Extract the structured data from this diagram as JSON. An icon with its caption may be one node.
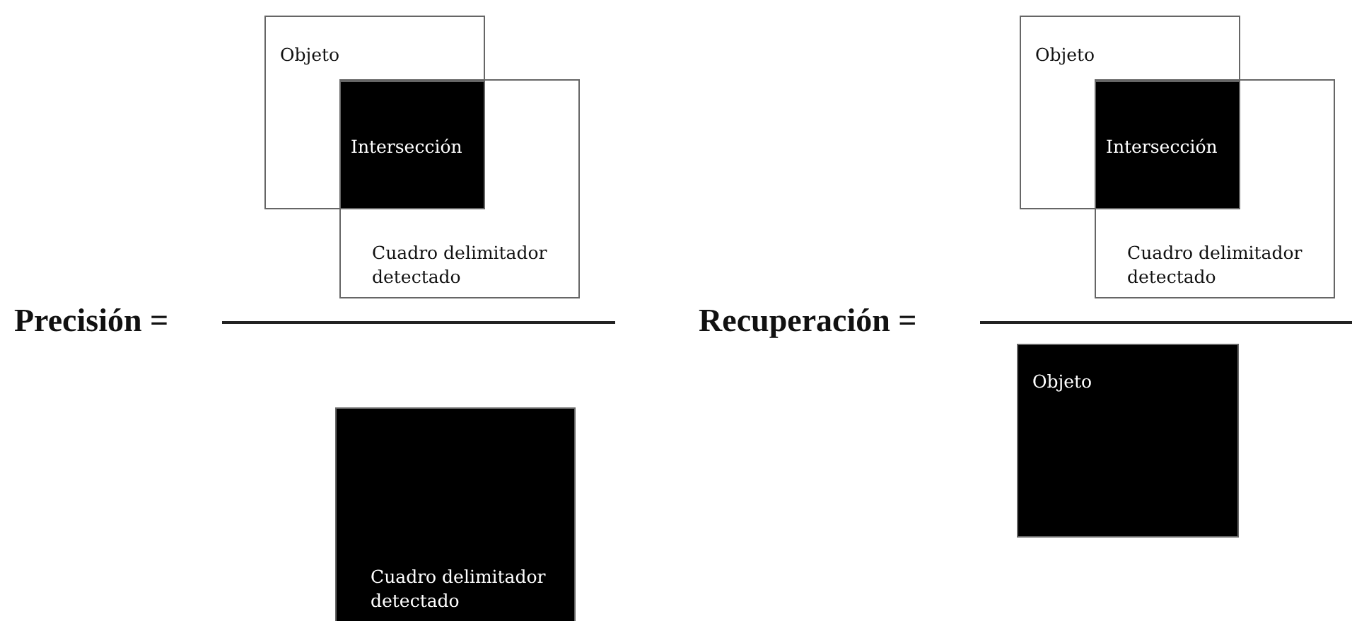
{
  "diagram": {
    "nodes": [
      {
        "text": [
          "Objeto"
        ]
      },
      {
        "text": [
          "Intersección"
        ]
      },
      {
        "text": [
          "Cuadro delimitador detectado"
        ]
      },
      {
        "text": [
          "Cuadro delimitador detectado"
        ]
      },
      {
        "text": [
          "Objeto"
        ]
      },
      {
        "text": [
          "Intersección"
        ]
      },
      {
        "text": [
          "Cuadro delimitador detectado"
        ]
      },
      {
        "text": [
          "Objeto"
        ]
      }
    ],
    "labels": [
      "Precisión =",
      "Recuperación ="
    ]
  }
}
